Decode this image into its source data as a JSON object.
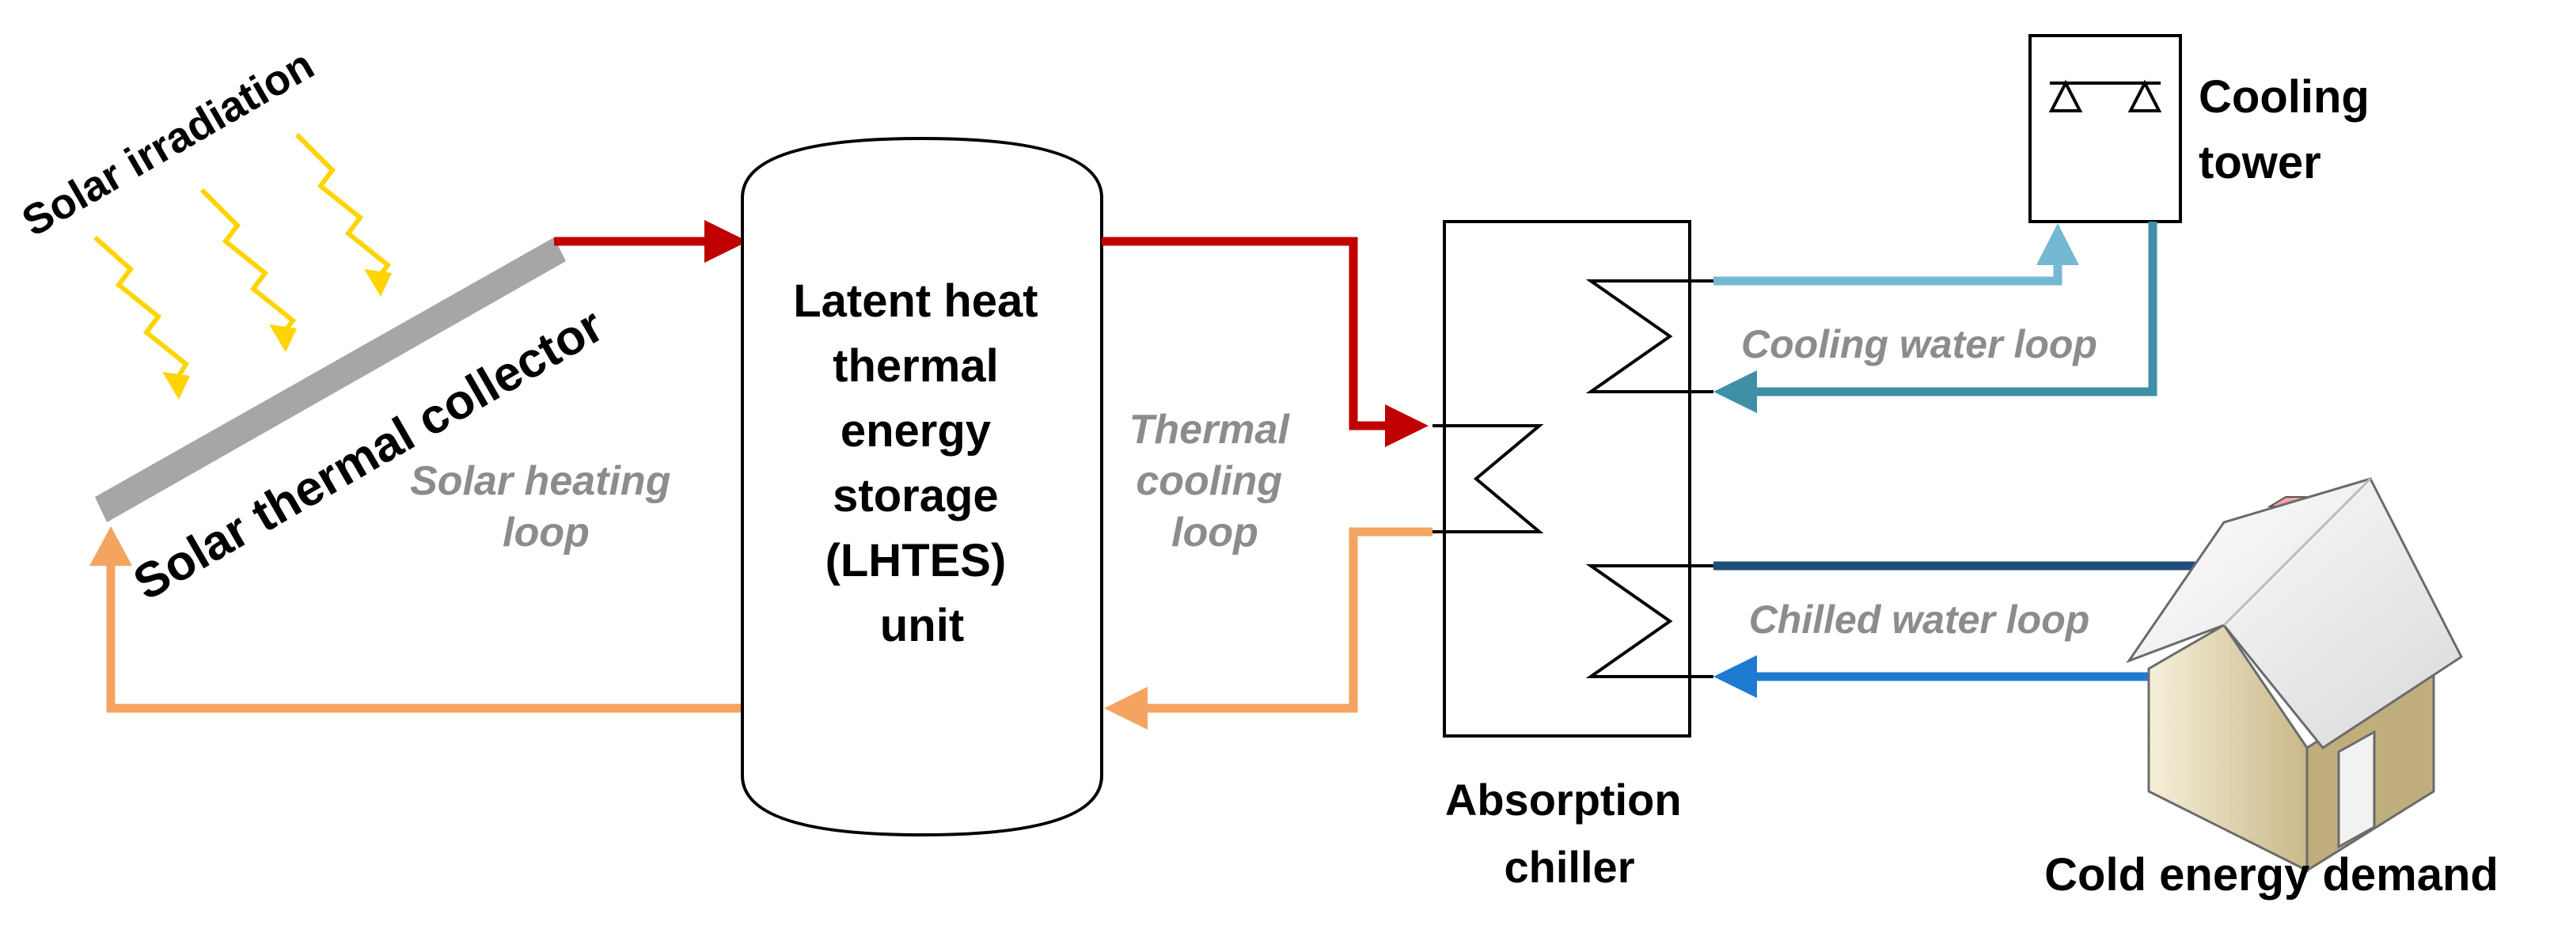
{
  "labels": {
    "solar_irradiation": "Solar irradiation",
    "solar_collector": "Solar thermal collector",
    "solar_heating_loop": [
      "Solar heating",
      "loop"
    ],
    "lhtes": [
      "Latent heat",
      "thermal",
      "energy",
      "storage",
      "(LHTES)",
      "unit"
    ],
    "thermal_cooling_loop": [
      "Thermal",
      "cooling",
      "loop"
    ],
    "cooling_water_loop": "Cooling water loop",
    "chilled_water_loop": "Chilled water loop",
    "cooling_tower": [
      "Cooling",
      "tower"
    ],
    "absorption_chiller": [
      "Absorption",
      "chiller"
    ],
    "cold_energy_demand": "Cold energy demand"
  },
  "colors": {
    "hot_red": "#c00000",
    "warm_orange": "#f4a460",
    "cooling_light_blue": "#74b9d1",
    "cooling_return_teal": "#3f8fa8",
    "chilled_navy": "#1f4e79",
    "chilled_return_blue": "#1f7bd1",
    "sun_yellow": "#ffd400",
    "collector_grey": "#a6a6a6",
    "roof_grey": "#f2f2f2",
    "house_wall_tan": "#d6c7a1",
    "chimney_red": "#d9363e"
  },
  "icons": {
    "sun_rays": "zigzag-arrow-icon",
    "house": "house-icon",
    "cooling_tower_symbol": "cooling-tower-icon",
    "heat_exchanger": "heat-exchanger-coil-icon"
  }
}
